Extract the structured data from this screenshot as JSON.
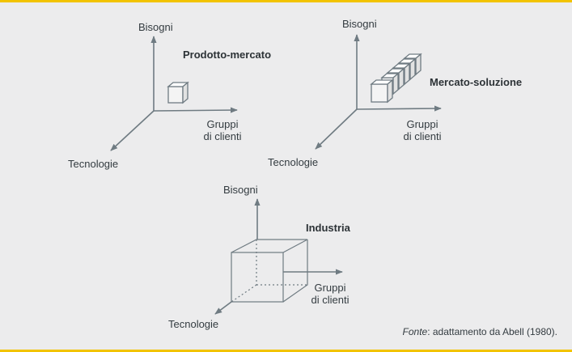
{
  "diagrams": [
    {
      "title": "Prodotto-mercato",
      "axis_up": "Bisogni",
      "axis_right_line1": "Gruppi",
      "axis_right_line2": "di clienti",
      "axis_diag": "Tecnologie"
    },
    {
      "title": "Mercato-soluzione",
      "axis_up": "Bisogni",
      "axis_right_line1": "Gruppi",
      "axis_right_line2": "di clienti",
      "axis_diag": "Tecnologie"
    },
    {
      "title": "Industria",
      "axis_up": "Bisogni",
      "axis_right_line1": "Gruppi",
      "axis_right_line2": "di clienti",
      "axis_diag": "Tecnologie"
    }
  ],
  "source": {
    "prefix": "Fonte",
    "text": ": adattamento da Abell (1980)."
  },
  "colors": {
    "border": "#f2c300",
    "background": "#ececed",
    "line": "#6f7b82",
    "text": "#333b40"
  }
}
